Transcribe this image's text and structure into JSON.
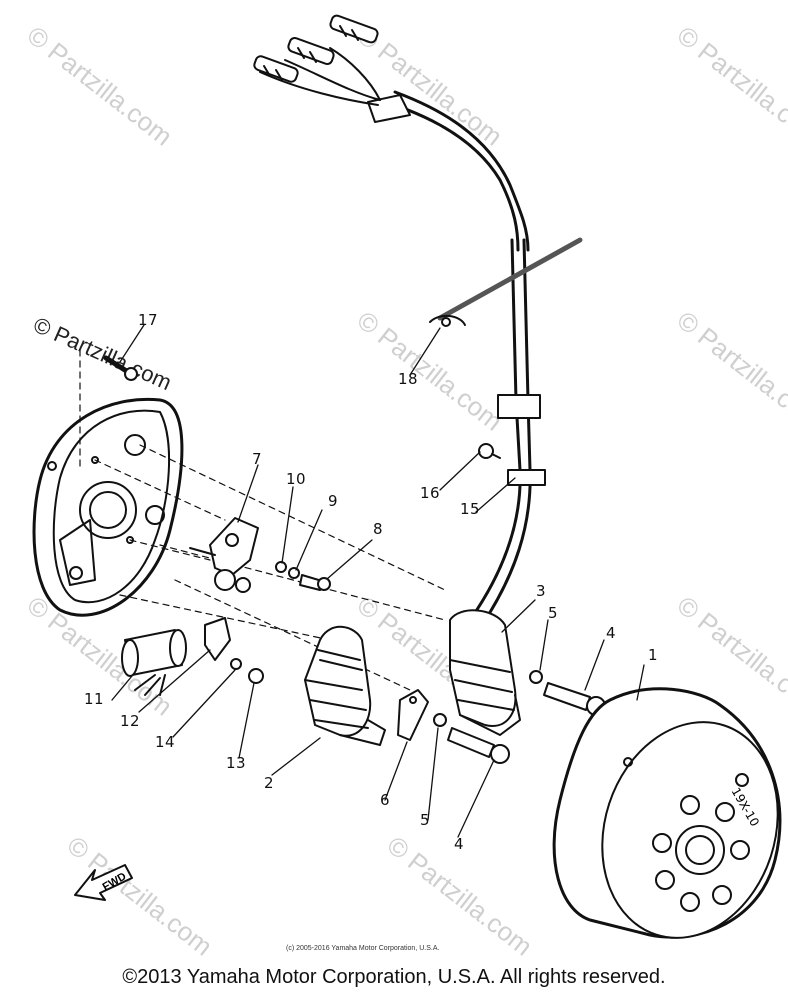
{
  "watermark_text": "© Partzilla.com",
  "callouts": [
    "1",
    "2",
    "3",
    "4",
    "5",
    "6",
    "7",
    "8",
    "9",
    "10",
    "11",
    "12",
    "13",
    "14",
    "15",
    "16",
    "17",
    "18"
  ],
  "part_markings": {
    "flywheel_code": "19X-10"
  },
  "fwd_label": "FWD",
  "small_copyright": "(c) 2005-2016 Yamaha Motor Corporation, U.S.A.",
  "copyright": "©2013 Yamaha Motor Corporation, U.S.A. All rights reserved."
}
